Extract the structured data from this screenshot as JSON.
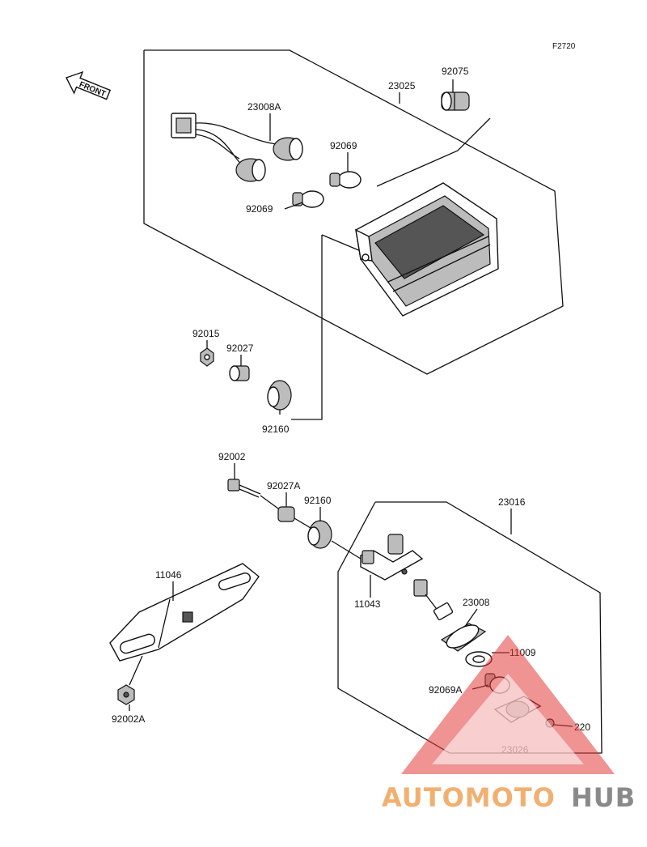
{
  "figure_code": "F2720",
  "direction_label": "FRONT",
  "part_numbers": {
    "p23025": "23025",
    "p92075": "92075",
    "p23008A": "23008A",
    "p92069_a": "92069",
    "p92069_b": "92069",
    "p92015": "92015",
    "p92027": "92027",
    "p92160_a": "92160",
    "p92002": "92002",
    "p92027A": "92027A",
    "p92160_b": "92160",
    "p23016": "23016",
    "p11046": "11046",
    "p11043": "11043",
    "p23008": "23008",
    "p11009": "11009",
    "p92069A": "92069A",
    "p220": "220",
    "p23026": "23026",
    "p92002A": "92002A"
  },
  "watermark": {
    "part1": "AUTOMOTO",
    "part2": "HUB",
    "triangle_color": "#e23a3a",
    "accent_color": "#f2b070",
    "gray_color": "#8a8a8a"
  }
}
